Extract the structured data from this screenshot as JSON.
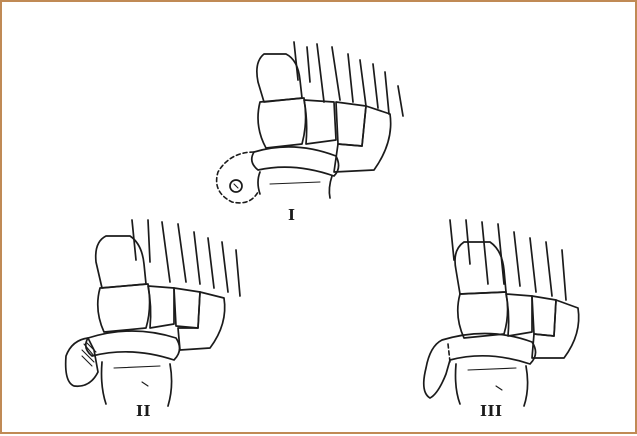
{
  "frame_color": "#c08a55",
  "panels": [
    {
      "id": "top",
      "label": "I"
    },
    {
      "id": "left",
      "label": "II"
    },
    {
      "id": "right",
      "label": "III"
    }
  ]
}
